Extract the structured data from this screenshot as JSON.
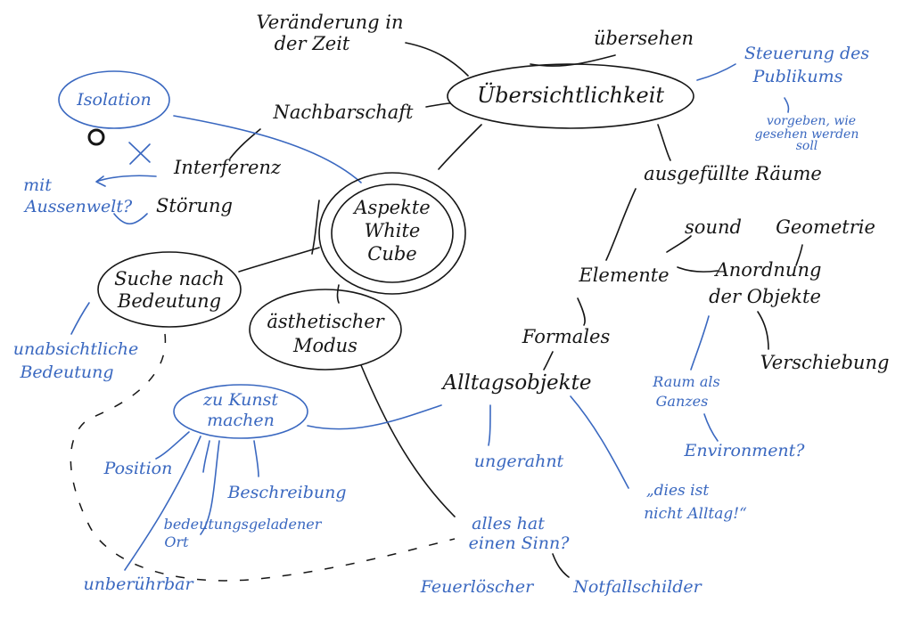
{
  "colors": {
    "black_ink": "#161616",
    "blue_ink": "#3a68c0"
  },
  "center": {
    "line1": "Aspekte",
    "line2": "White",
    "line3": "Cube"
  },
  "nodes": {
    "veraenderung": {
      "line1": "Veränderung in",
      "line2": "der Zeit"
    },
    "uebersehen": "übersehen",
    "uebersichtlichkeit": "Übersichtlichkeit",
    "nachbarschaft": "Nachbarschaft",
    "isolation": "Isolation",
    "steuerung": {
      "line1": "Steuerung des",
      "line2": "Publikums"
    },
    "vorgeben": {
      "line1": "vorgeben, wie",
      "line2": "gesehen werden",
      "line3": "soll"
    },
    "interferenz": "Interferenz",
    "aussenwelt": {
      "line1": "mit",
      "line2": "Aussenwelt?"
    },
    "stoerung": "Störung",
    "ausgefuellte": "ausgefüllte Räume",
    "sound": "sound",
    "geometrie": "Geometrie",
    "elemente": "Elemente",
    "anordnung": {
      "line1": "Anordnung",
      "line2": "der Objekte"
    },
    "suche": {
      "line1": "Suche nach",
      "line2": "Bedeutung"
    },
    "aesthetisch": {
      "line1": "ästhetischer",
      "line2": "Modus"
    },
    "unabsichtlich": {
      "line1": "unabsichtliche",
      "line2": "Bedeutung"
    },
    "formales": "Formales",
    "verschiebung": "Verschiebung",
    "alltagsobjekte": "Alltagsobjekte",
    "raum": {
      "line1": "Raum als",
      "line2": "Ganzes"
    },
    "kunst": {
      "line1": "zu Kunst",
      "line2": "machen"
    },
    "environment": "Environment?",
    "ungerahnt": "ungerahnt",
    "position": "Position",
    "beschreibung": "Beschreibung",
    "nichtalltag": {
      "line1": "„dies ist",
      "line2": "nicht Alltag!“"
    },
    "bedeutungsort": {
      "line1": "bedeutungsgeladener",
      "line2": "Ort"
    },
    "sinn": {
      "line1": "alles hat",
      "line2": "einen Sinn?"
    },
    "unberuehrbar": "unberührbar",
    "feuerloescher": "Feuerlöscher",
    "notfall": "Notfallschilder"
  }
}
